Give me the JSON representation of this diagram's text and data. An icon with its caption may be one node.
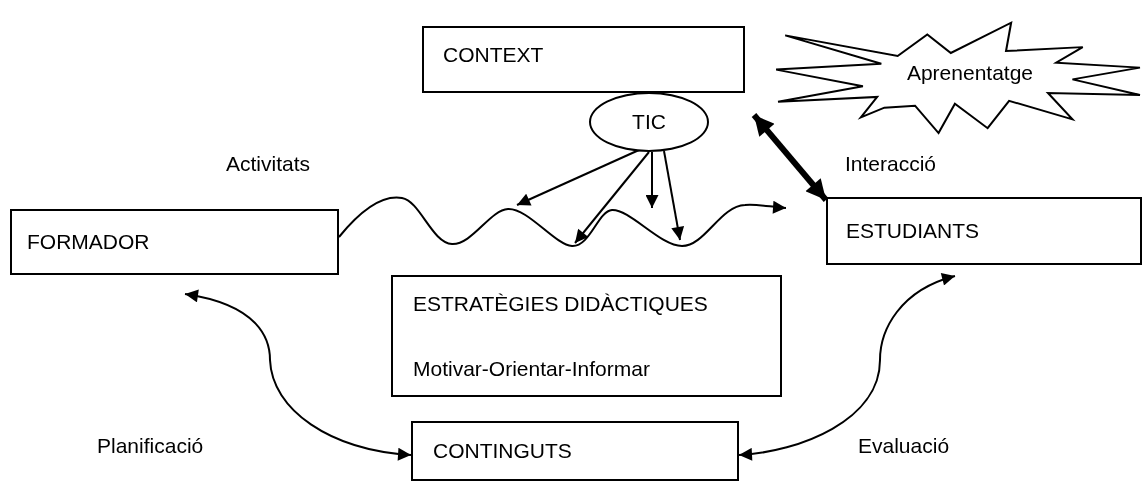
{
  "diagram": {
    "nodes": [
      {
        "text": [
          "CONTEXT"
        ]
      },
      {
        "text": [
          "Aprenentatge"
        ]
      },
      {
        "text": [
          "TIC"
        ]
      },
      {
        "text": [
          "FORMADOR"
        ]
      },
      {
        "text": [
          "ESTUDIANTS"
        ]
      },
      {
        "text": [
          "ESTRATÈGIES DIDÀCTIQUES",
          "Motivar-Orientar-Informar"
        ]
      },
      {
        "text": [
          "CONTINGUTS"
        ]
      }
    ],
    "edges": [
      {
        "from": 3,
        "to": 4,
        "arrow": "to"
      },
      {
        "from": 2,
        "to": null,
        "arrow": "to"
      },
      {
        "from": 2,
        "to": null,
        "arrow": "to"
      },
      {
        "from": 2,
        "to": null,
        "arrow": "to"
      },
      {
        "from": 2,
        "to": null,
        "arrow": "to"
      },
      {
        "from": 0,
        "to": 4,
        "arrow": "both",
        "style": "thick"
      },
      {
        "from": 3,
        "to": 6,
        "arrow": "both"
      },
      {
        "from": 4,
        "to": 6,
        "arrow": "both"
      }
    ],
    "labels": [
      "Activitats",
      "Interacció",
      "Planificació",
      "Evaluació"
    ]
  }
}
